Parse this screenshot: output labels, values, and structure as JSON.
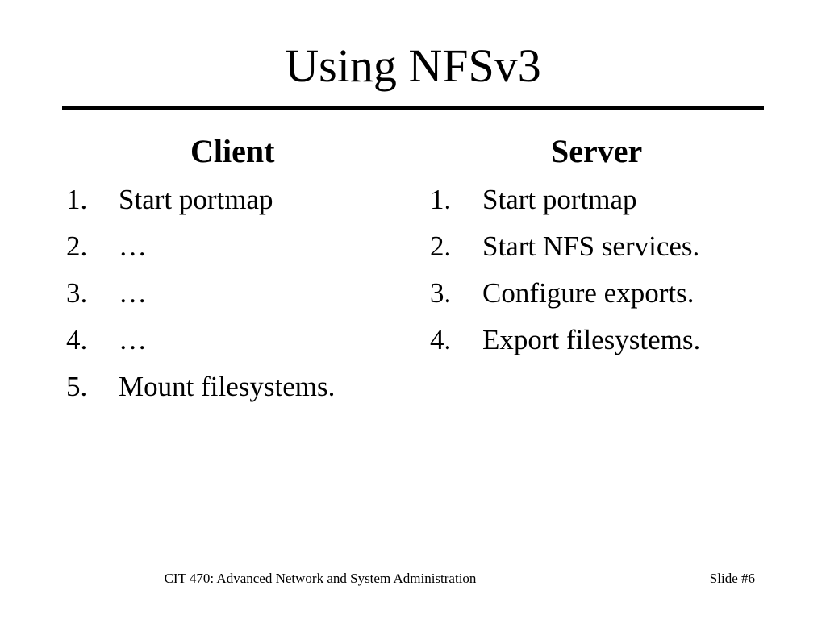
{
  "title": "Using NFSv3",
  "client": {
    "heading": "Client",
    "steps": [
      {
        "num": "1.",
        "text": "Start portmap"
      },
      {
        "num": "2.",
        "text": "…"
      },
      {
        "num": "3.",
        "text": "…"
      },
      {
        "num": "4.",
        "text": "…"
      },
      {
        "num": "5.",
        "text": "Mount filesystems."
      }
    ]
  },
  "server": {
    "heading": "Server",
    "steps": [
      {
        "num": "1.",
        "text": "Start portmap"
      },
      {
        "num": "2.",
        "text": "Start NFS services."
      },
      {
        "num": "3.",
        "text": "Configure exports."
      },
      {
        "num": "4.",
        "text": "Export filesystems."
      }
    ]
  },
  "footer": {
    "course": "CIT 470: Advanced Network and System Administration",
    "slide_number": "Slide #6"
  }
}
